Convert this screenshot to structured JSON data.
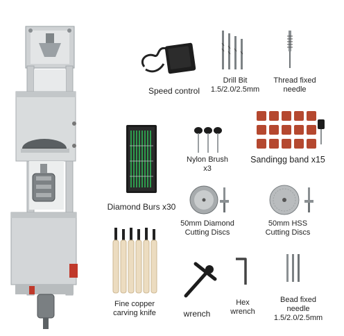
{
  "items": {
    "speed_control": {
      "label": "Speed control"
    },
    "drill_bit": {
      "line1": "Drill Bit",
      "line2": "1.5/2.0/2.5mm"
    },
    "thread_needle": {
      "line1": "Thread fixed",
      "line2": "needle"
    },
    "diamond_burs": {
      "label": "Diamond Burs x30"
    },
    "nylon_brush": {
      "line1": "Nylon Brush",
      "line2": "x3"
    },
    "sanding_band": {
      "label": "Sandingg band x15"
    },
    "diamond_discs": {
      "line1": "50mm Diamond",
      "line2": "Cutting Discs"
    },
    "hss_discs": {
      "line1": "50mm HSS",
      "line2": "Cutting Discs"
    },
    "carving_knife": {
      "line1": "Fine copper",
      "line2": "carving knife"
    },
    "wrench": {
      "label": "wrench"
    },
    "hex_wrench": {
      "line1": "Hex",
      "line2": "wrench"
    },
    "bead_needle": {
      "line1": "Bead fixed",
      "line2": "needle",
      "line3": "1.5/2.0/2.5mm"
    }
  }
}
